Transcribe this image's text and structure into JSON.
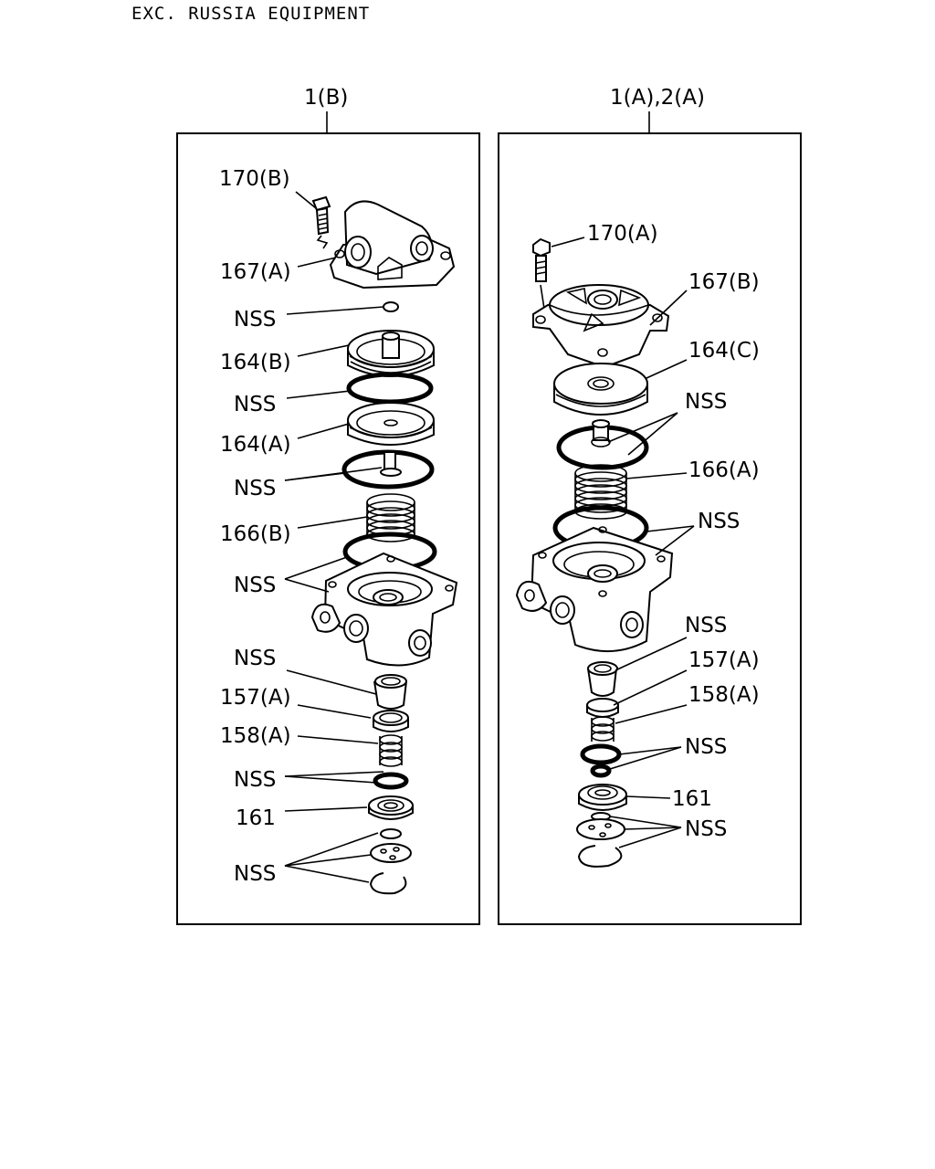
{
  "header": {
    "title": "EXC. RUSSIA EQUIPMENT"
  },
  "panels": {
    "left": {
      "title": "1(B)"
    },
    "right": {
      "title": "1(A),2(A)"
    }
  },
  "callouts": {
    "left": {
      "c170b": "170(B)",
      "c167a": "167(A)",
      "nss1": "NSS",
      "c164b": "164(B)",
      "nss2": "NSS",
      "c164a": "164(A)",
      "nss3": "NSS",
      "c166b": "166(B)",
      "nss4": "NSS",
      "nss5": "NSS",
      "c157a": "157(A)",
      "c158a": "158(A)",
      "nss6": "NSS",
      "c161": "161",
      "nss7": "NSS"
    },
    "right": {
      "c170a": "170(A)",
      "c167b": "167(B)",
      "c164c": "164(C)",
      "nss1": "NSS",
      "c166a": "166(A)",
      "nss2": "NSS",
      "nss3": "NSS",
      "c157a": "157(A)",
      "c158a": "158(A)",
      "nss4": "NSS",
      "c161": "161",
      "nss5": "NSS"
    }
  }
}
